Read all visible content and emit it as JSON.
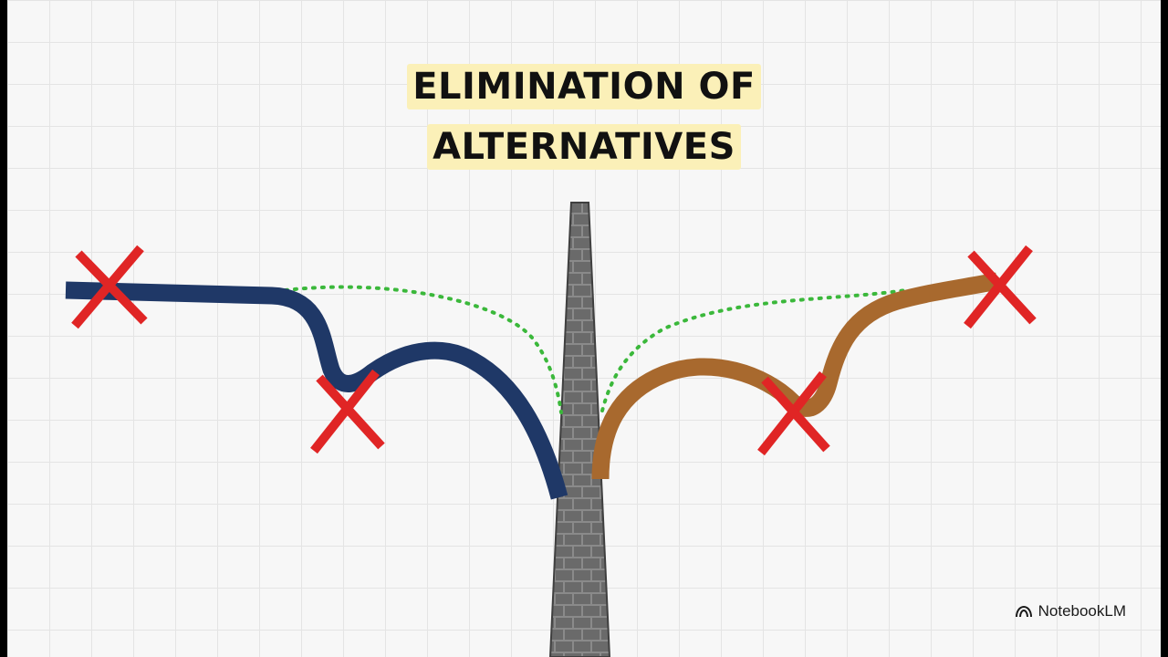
{
  "title": {
    "line1": "ELIMINATION OF",
    "line2": "ALTERNATIVES"
  },
  "brand": {
    "icon": "notebooklm-logo-icon",
    "label": "NotebookLM"
  },
  "colors": {
    "left_path": "#1f3867",
    "right_path": "#a8692e",
    "dotted_path": "#3bb83b",
    "cross": "#e02525",
    "wall": "#6d6d6d",
    "highlight": "#fbf0b8"
  }
}
